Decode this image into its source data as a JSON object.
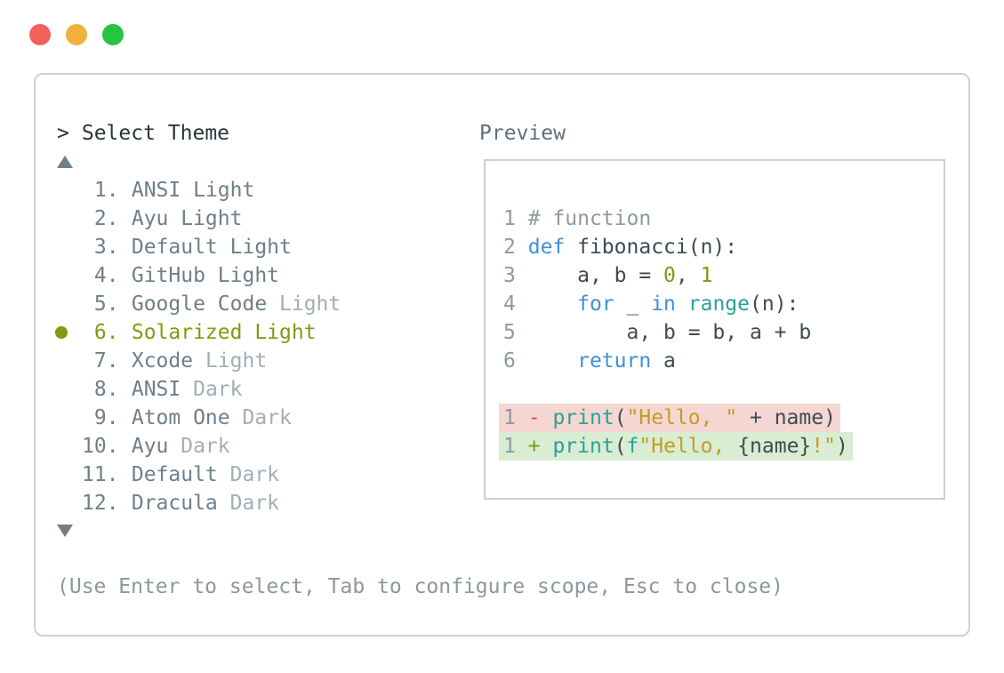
{
  "colors": {
    "dark": "#2a343a",
    "slate": "#6e7f89",
    "muted": "#a1aeb5",
    "olive": "#84990f",
    "blue": "#3f90d8",
    "teal": "#2aa198",
    "gold": "#c29d20",
    "red": "#e25043",
    "plain": "#3e4b54",
    "gray": "#8e9aa0",
    "hint": "#8b979d",
    "plabel": "#5f707a",
    "border": "#cad2d6",
    "border2": "#c9d0d4",
    "bg_del": "#f4d7d2",
    "bg_add": "#d9edd3",
    "light_red": "#f2605c",
    "light_yellow": "#f1b23d",
    "light_green": "#27c342"
  },
  "window_controls": {
    "buttons": [
      {
        "id": "close",
        "icon": "red-circle-icon"
      },
      {
        "id": "minimize",
        "icon": "yellow-circle-icon"
      },
      {
        "id": "maximize",
        "icon": "green-circle-icon"
      }
    ]
  },
  "prompt": {
    "caret": ">",
    "title": "Select Theme"
  },
  "icons": {
    "scroll_up": "triangle-up",
    "scroll_down": "triangle-down",
    "selected_bullet": "filled-circle"
  },
  "theme_list": {
    "items": [
      {
        "number": " 1.",
        "name": "ANSI",
        "variant": "Light",
        "selected": false,
        "variant_muted": false
      },
      {
        "number": " 2.",
        "name": "Ayu",
        "variant": "Light",
        "selected": false,
        "variant_muted": false
      },
      {
        "number": " 3.",
        "name": "Default",
        "variant": "Light",
        "selected": false,
        "variant_muted": false
      },
      {
        "number": " 4.",
        "name": "GitHub",
        "variant": "Light",
        "selected": false,
        "variant_muted": false
      },
      {
        "number": " 5.",
        "name": "Google Code",
        "variant": "Light",
        "selected": false,
        "variant_muted": true
      },
      {
        "number": " 6.",
        "name": "Solarized",
        "variant": "Light",
        "selected": true,
        "variant_muted": false
      },
      {
        "number": " 7.",
        "name": "Xcode",
        "variant": "Light",
        "selected": false,
        "variant_muted": true
      },
      {
        "number": " 8.",
        "name": "ANSI",
        "variant": "Dark",
        "selected": false,
        "variant_muted": true
      },
      {
        "number": " 9.",
        "name": "Atom One",
        "variant": "Dark",
        "selected": false,
        "variant_muted": true
      },
      {
        "number": "10.",
        "name": "Ayu",
        "variant": "Dark",
        "selected": false,
        "variant_muted": true
      },
      {
        "number": "11.",
        "name": "Default",
        "variant": "Dark",
        "selected": false,
        "variant_muted": true
      },
      {
        "number": "12.",
        "name": "Dracula",
        "variant": "Dark",
        "selected": false,
        "variant_muted": true
      }
    ]
  },
  "hint": "(Use Enter to select, Tab to configure scope, Esc to close)",
  "preview": {
    "label": "Preview",
    "code_lines": [
      {
        "bg": null,
        "tokens": [
          [
            "lnum",
            "1"
          ],
          [
            "plain",
            " "
          ],
          [
            "comment",
            "# function"
          ]
        ]
      },
      {
        "bg": null,
        "tokens": [
          [
            "lnum",
            "2"
          ],
          [
            "plain",
            " "
          ],
          [
            "kw",
            "def"
          ],
          [
            "plain",
            " fibonacci(n):"
          ]
        ]
      },
      {
        "bg": null,
        "tokens": [
          [
            "lnum",
            "3"
          ],
          [
            "plain",
            "     a, b = "
          ],
          [
            "num",
            "0"
          ],
          [
            "plain",
            ", "
          ],
          [
            "num",
            "1"
          ]
        ]
      },
      {
        "bg": null,
        "tokens": [
          [
            "lnum",
            "4"
          ],
          [
            "plain",
            "     "
          ],
          [
            "kw",
            "for"
          ],
          [
            "plain",
            " _ "
          ],
          [
            "kw",
            "in"
          ],
          [
            "plain",
            " "
          ],
          [
            "fn",
            "range"
          ],
          [
            "plain",
            "(n):"
          ]
        ]
      },
      {
        "bg": null,
        "tokens": [
          [
            "lnum",
            "5"
          ],
          [
            "plain",
            "         a, b = b, a + b"
          ]
        ]
      },
      {
        "bg": null,
        "tokens": [
          [
            "lnum",
            "6"
          ],
          [
            "plain",
            "     "
          ],
          [
            "kw",
            "return"
          ],
          [
            "plain",
            " a"
          ]
        ]
      },
      {
        "bg": null,
        "tokens": []
      },
      {
        "bg": "del",
        "tokens": [
          [
            "lnum",
            "1"
          ],
          [
            "plain",
            " "
          ],
          [
            "del",
            "-"
          ],
          [
            "plain",
            " "
          ],
          [
            "fn",
            "print"
          ],
          [
            "plain",
            "("
          ],
          [
            "str",
            "\"Hello, \""
          ],
          [
            "plain",
            " + name)"
          ]
        ]
      },
      {
        "bg": "add",
        "tokens": [
          [
            "lnum",
            "1"
          ],
          [
            "plain",
            " "
          ],
          [
            "add",
            "+"
          ],
          [
            "plain",
            " "
          ],
          [
            "fn",
            "print"
          ],
          [
            "plain",
            "("
          ],
          [
            "fn",
            "f"
          ],
          [
            "str",
            "\"Hello, "
          ],
          [
            "plain",
            "{name}"
          ],
          [
            "str",
            "!\""
          ],
          [
            "plain",
            ")"
          ]
        ]
      }
    ]
  }
}
